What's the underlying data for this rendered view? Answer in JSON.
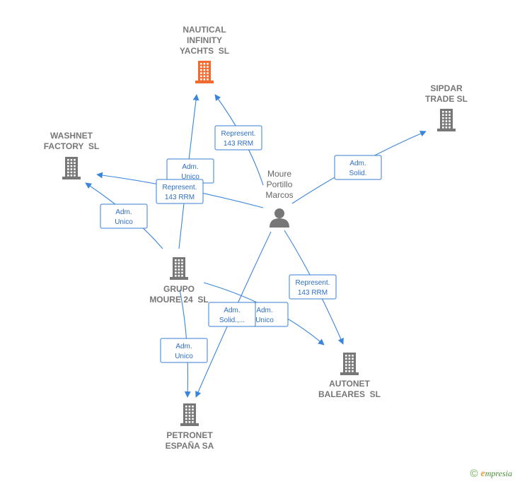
{
  "colors": {
    "edge": "#3a85dc",
    "focus_building": "#f26a2e",
    "building": "#777777",
    "person": "#777777"
  },
  "nodes": {
    "nautical": {
      "lines": [
        "NAUTICAL",
        "INFINITY",
        "YACHTS  SL"
      ],
      "icon": "building-icon",
      "focus": true
    },
    "sipdar": {
      "lines": [
        "SIPDAR",
        "TRADE SL"
      ],
      "icon": "building-icon"
    },
    "washnet": {
      "lines": [
        "WASHNET",
        "FACTORY  SL"
      ],
      "icon": "building-icon"
    },
    "moure": {
      "lines": [
        "Moure",
        "Portillo",
        "Marcos"
      ],
      "icon": "person-icon"
    },
    "grupo": {
      "lines": [
        "GRUPO",
        "MOURE 24  SL"
      ],
      "icon": "building-icon"
    },
    "autonet": {
      "lines": [
        "AUTONET",
        "BALEARES  SL"
      ],
      "icon": "building-icon"
    },
    "petronet": {
      "lines": [
        "PETRONET",
        "ESPAÑA SA"
      ],
      "icon": "building-icon"
    }
  },
  "edges": [
    {
      "from": "moure",
      "to": "nautical",
      "label": [
        "Represent.",
        "143 RRM"
      ]
    },
    {
      "from": "grupo",
      "to": "nautical",
      "label": [
        "Adm.",
        "Unico"
      ]
    },
    {
      "from": "moure",
      "to": "washnet",
      "label": [
        "Represent.",
        "143 RRM"
      ]
    },
    {
      "from": "grupo",
      "to": "washnet",
      "label": [
        "Adm.",
        "Unico"
      ]
    },
    {
      "from": "moure",
      "to": "sipdar",
      "label": [
        "Adm.",
        "Solid."
      ]
    },
    {
      "from": "moure",
      "to": "autonet",
      "label": [
        "Represent.",
        "143 RRM"
      ]
    },
    {
      "from": "grupo",
      "to": "autonet",
      "label": [
        "Adm.",
        "Unico"
      ]
    },
    {
      "from": "moure",
      "to": "petronet",
      "label": [
        "Adm.",
        "Solid.,..."
      ]
    },
    {
      "from": "grupo",
      "to": "petronet",
      "label": [
        "Adm.",
        "Unico"
      ]
    }
  ],
  "footer": {
    "copyright": "©",
    "brand_initial": "e",
    "brand_rest": "mpresia"
  }
}
